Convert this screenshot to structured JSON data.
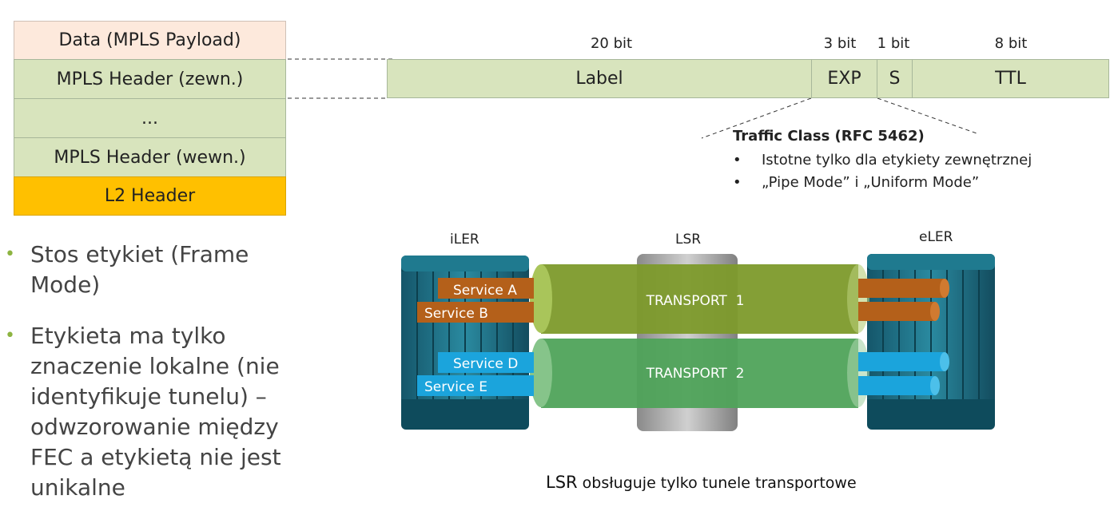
{
  "stack": {
    "payload": "Data (MPLS Payload)",
    "outer": "MPLS Header (zewn.)",
    "dots": "...",
    "inner": "MPLS Header (wewn.)",
    "l2": "L2 Header"
  },
  "label_format": {
    "fields": [
      {
        "name": "Label",
        "bits": "20 bit"
      },
      {
        "name": "EXP",
        "bits": "3 bit"
      },
      {
        "name": "S",
        "bits": "1 bit"
      },
      {
        "name": "TTL",
        "bits": "8 bit"
      }
    ]
  },
  "traffic_class": {
    "title": "Traffic Class (RFC 5462)",
    "items": [
      "Istotne tylko dla etykiety zewnętrznej",
      "„Pipe Mode” i „Uniform Mode”"
    ]
  },
  "bullets": [
    "Stos etykiet (Frame Mode)",
    "Etykieta ma tylko znaczenie lokalne (nie identyfikuje tunelu) – odwzorowanie między FEC a etykietą nie jest unikalne"
  ],
  "diagram": {
    "ingress": "iLER",
    "core": "LSR",
    "egress": "eLER",
    "tunnels": [
      "TRANSPORT  1",
      "TRANSPORT  2"
    ],
    "services": [
      "Service A",
      "Service B",
      "Service D",
      "Service E"
    ],
    "caption_bold": "LSR",
    "caption_rest": " obsługuje tylko tunele transportowe",
    "colors": {
      "service_orange": "#b4601a",
      "service_blue": "#1ba4dc",
      "tunnel1": "#7d9a2b",
      "tunnel2": "#4fa35a",
      "router": "#1d6d80"
    }
  }
}
